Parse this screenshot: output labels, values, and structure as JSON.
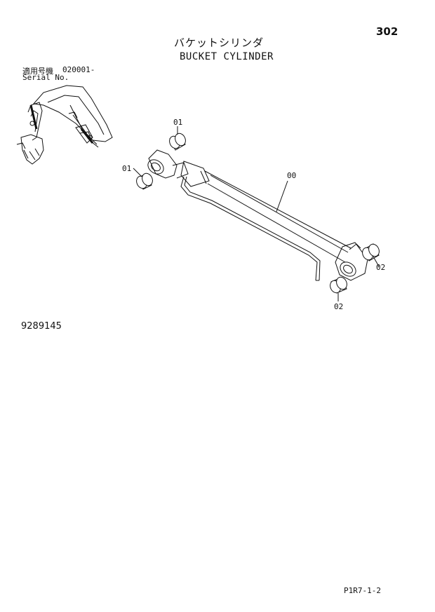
{
  "header": {
    "page_number": "302",
    "title_jp": "バケットシリンダ",
    "title_en": "BUCKET CYLINDER"
  },
  "serial": {
    "label_jp": "適用号機",
    "range": "020001-",
    "label_en": "Serial No."
  },
  "callouts": {
    "part_00": "00",
    "part_01_top": "01",
    "part_01_left": "01",
    "part_02_right": "02",
    "part_02_bottom": "02"
  },
  "footer": {
    "drawing_number": "9289145",
    "page_code": "P1R7-1-2"
  }
}
